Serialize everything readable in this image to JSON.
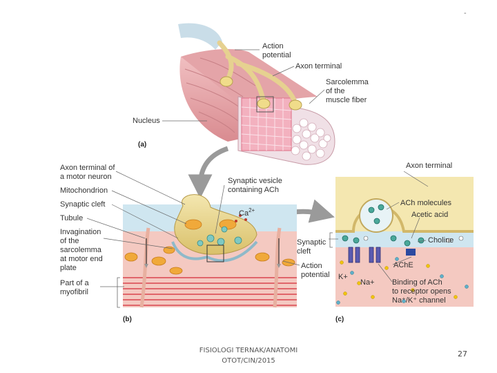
{
  "panels": {
    "a": "(a)",
    "b": "(b)",
    "c": "(c)"
  },
  "labels": {
    "action_potential_top_1": "Action",
    "action_potential_top_2": "potential",
    "axon_terminal_top": "Axon terminal",
    "sarcolemma_1": "Sarcolemma",
    "sarcolemma_2": "of the",
    "sarcolemma_3": "muscle fiber",
    "nucleus": "Nucleus",
    "axon_motor_1": "Axon terminal of",
    "axon_motor_2": "a motor neuron",
    "mitochondrion": "Mitochondrion",
    "synaptic_cleft_b": "Synaptic cleft",
    "tubule": "Tubule",
    "invagination_1": "Invagination",
    "invagination_2": "of the",
    "invagination_3": "sarcolemma",
    "invagination_4": "at motor end",
    "invagination_5": "plate",
    "myofibril_1": "Part of a",
    "myofibril_2": "myofibril",
    "vesicle_1": "Synaptic vesicle",
    "vesicle_2": "containing ACh",
    "ca": "Ca",
    "ca_sup": "2+",
    "synaptic_cleft_c_1": "Synaptic",
    "synaptic_cleft_c_2": "cleft",
    "action_potential_b_1": "Action",
    "action_potential_b_2": "potential",
    "axon_terminal_c": "Axon terminal",
    "ach_molecules": "ACh molecules",
    "acetic_acid": "Acetic acid",
    "choline": "Choline",
    "ache": "AChE",
    "k": "K+",
    "na": "Na+",
    "binding_1": "Binding of ACh",
    "binding_2": "to receptor opens",
    "binding_3": "Na⁺/K⁺ channel"
  },
  "footer": {
    "line1": "FISIOLOGI TERNAK/ANATOMI",
    "line2": "OTOT/CIN/2015",
    "page": "27",
    "mark": "-"
  },
  "colors": {
    "muscle": "#e8a0a4",
    "axon": "#e9d68c",
    "cleft": "#cfe6f0",
    "arrow": "#9a9a9a",
    "receptor": "#4a4aa0"
  }
}
